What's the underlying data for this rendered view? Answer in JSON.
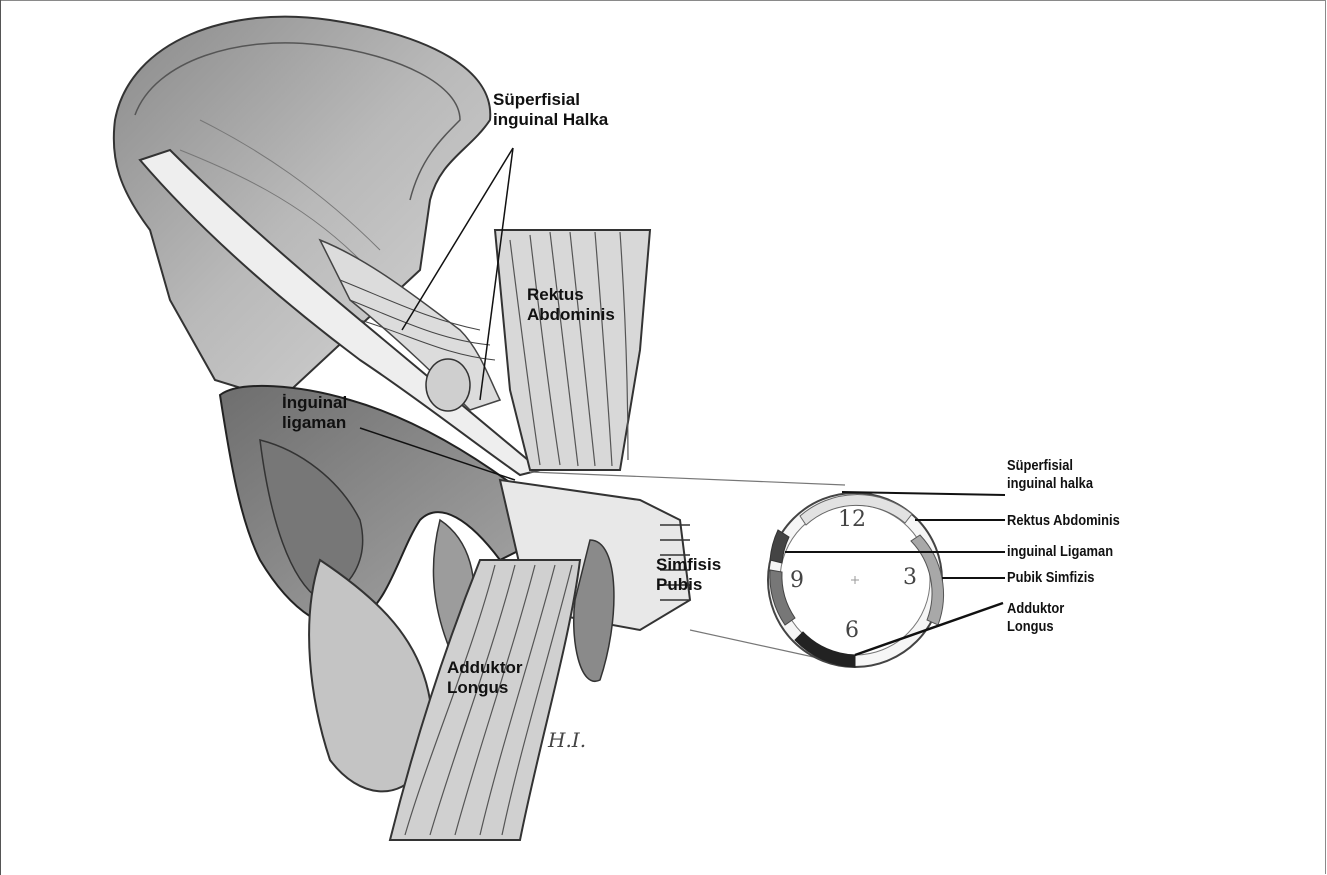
{
  "labels": {
    "superficial_ring_top": [
      "Süperfisial",
      "inguinal Halka"
    ],
    "rectus_abdominis": [
      "Rektus",
      "Abdominis"
    ],
    "inguinal_ligament": [
      "İnguinal",
      "ligaman"
    ],
    "symphysis_pubis": [
      "Simfisis",
      "Pubis"
    ],
    "adductor_longus": [
      "Adduktor",
      "Longus"
    ]
  },
  "clock": {
    "numbers": [
      "12",
      "3",
      "6",
      "9"
    ]
  },
  "clock_legend": {
    "superficial_ring": [
      "Süperfisial",
      "inguinal halka"
    ],
    "rectus_abdominis": "Rektus Abdominis",
    "inguinal_ligament": "inguinal Ligaman",
    "pubic_symphysis": "Pubik Simfizis",
    "adductor_longus": [
      "Adduktor",
      "Longus"
    ]
  },
  "signature": "H.I."
}
